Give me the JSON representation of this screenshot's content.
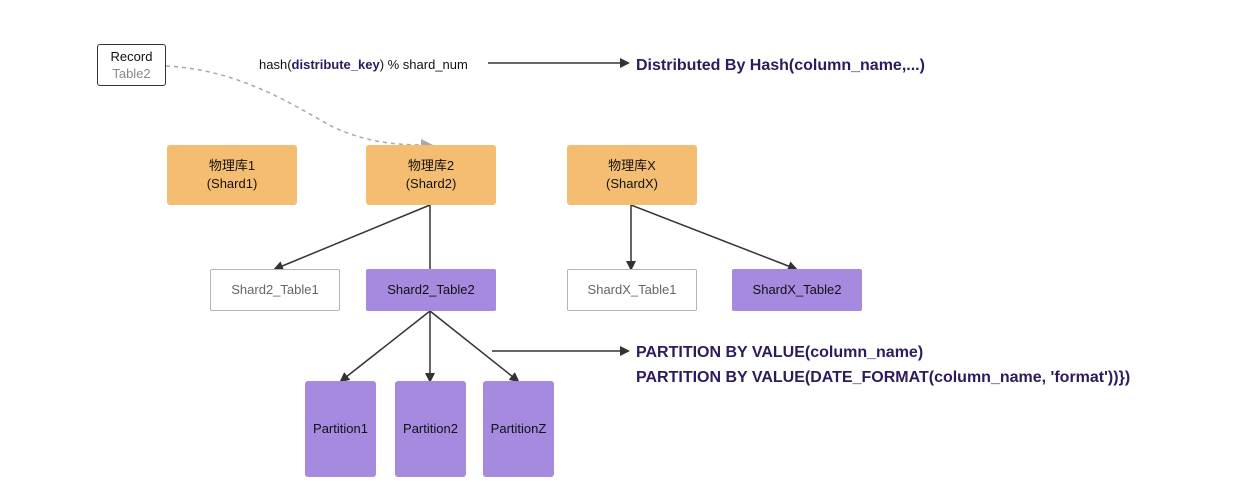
{
  "colors": {
    "shard_fill": "#f5bd72",
    "table_fill": "#a58ae0",
    "partition_fill": "#a58ae0",
    "note_text": "#2e1a5c",
    "edge": "#333333",
    "dashed_edge": "#a8a8a8"
  },
  "record": {
    "line1": "Record",
    "line2": "Table2"
  },
  "hash_formula": {
    "prefix": "hash(",
    "key": "distribute_key",
    "suffix": ") % shard_num"
  },
  "notes": {
    "distribution": "Distributed By Hash(column_name,...)",
    "partition_line1": "PARTITION BY VALUE(column_name)",
    "partition_line2": "PARTITION BY VALUE(DATE_FORMAT(column_name, 'format'))})"
  },
  "shards": [
    {
      "name": "物理库1",
      "label": "(Shard1)"
    },
    {
      "name": "物理库2",
      "label": "(Shard2)"
    },
    {
      "name": "物理库X",
      "label": "(ShardX)"
    }
  ],
  "tables": [
    {
      "label": "Shard2_Table1",
      "highlighted": false
    },
    {
      "label": "Shard2_Table2",
      "highlighted": true
    },
    {
      "label": "ShardX_Table1",
      "highlighted": false
    },
    {
      "label": "ShardX_Table2",
      "highlighted": true
    }
  ],
  "partitions": [
    {
      "label": "Partition1"
    },
    {
      "label": "Partition2"
    },
    {
      "label": "PartitionZ"
    }
  ]
}
